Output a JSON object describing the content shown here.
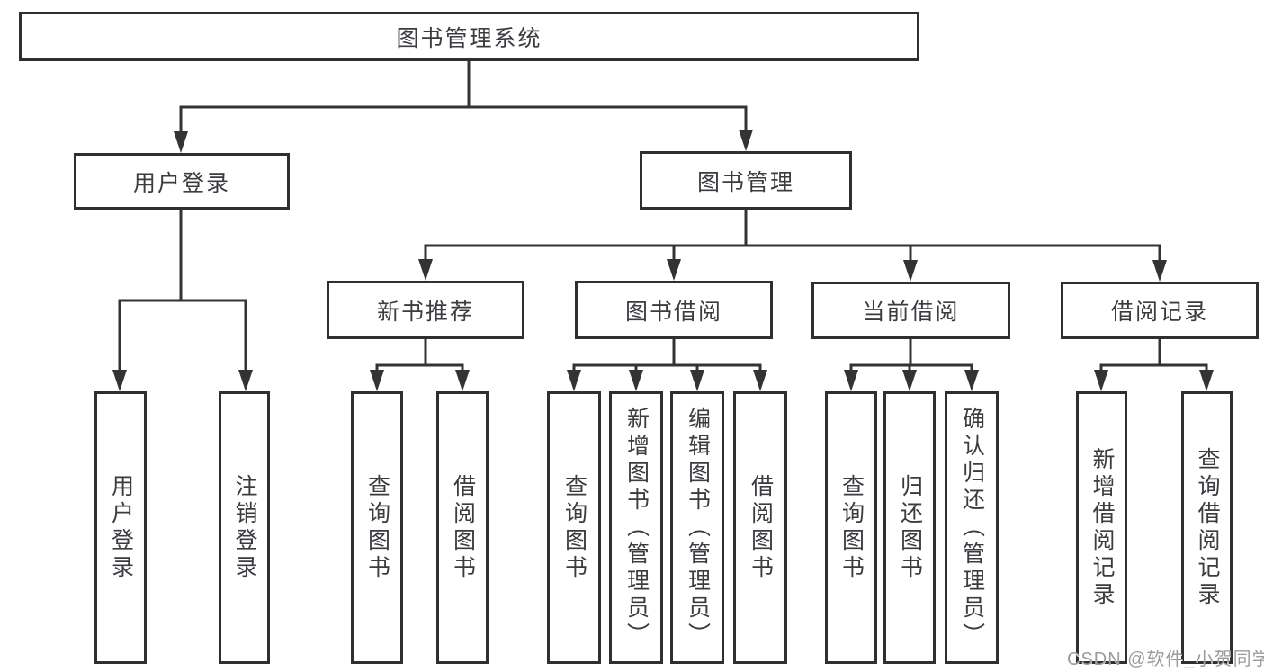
{
  "colors": {
    "line": "#333333",
    "border": "#2f2f2f",
    "text": "#3b3b40",
    "background": "#ffffff",
    "watermark": "#9c9c9c"
  },
  "watermark": {
    "text": "CSDN @软件_小贺同学"
  },
  "tree": {
    "root": {
      "label": "图书管理系统",
      "children": [
        {
          "label": "用户登录",
          "children": [
            {
              "label": "用户登录"
            },
            {
              "label": "注销登录"
            }
          ]
        },
        {
          "label": "图书管理",
          "children": [
            {
              "label": "新书推荐",
              "children": [
                {
                  "label": "查询图书"
                },
                {
                  "label": "借阅图书"
                }
              ]
            },
            {
              "label": "图书借阅",
              "children": [
                {
                  "label": "查询图书"
                },
                {
                  "label": "新增图书（管理员）"
                },
                {
                  "label": "编辑图书（管理员）"
                },
                {
                  "label": "借阅图书"
                }
              ]
            },
            {
              "label": "当前借阅",
              "children": [
                {
                  "label": "查询图书"
                },
                {
                  "label": "归还图书"
                },
                {
                  "label": "确认归还（管理员）"
                }
              ]
            },
            {
              "label": "借阅记录",
              "children": [
                {
                  "label": "新增借阅记录"
                },
                {
                  "label": "查询借阅记录"
                }
              ]
            }
          ]
        }
      ]
    }
  }
}
